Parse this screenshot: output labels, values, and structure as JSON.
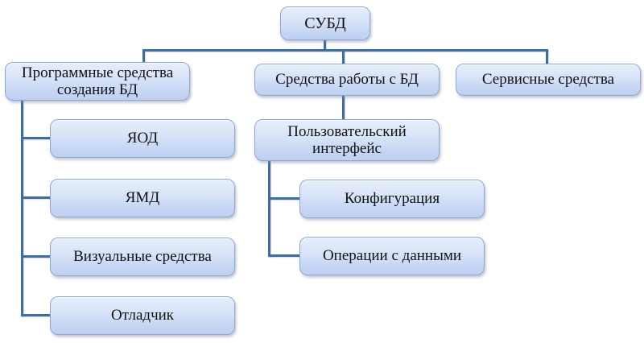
{
  "diagram_type": "hierarchy",
  "tree": {
    "label": "СУБД",
    "children": [
      {
        "label": "Программные средства создания БД",
        "children": [
          {
            "label": "ЯОД"
          },
          {
            "label": "ЯМД"
          },
          {
            "label": "Визуальные средства"
          },
          {
            "label": "Отладчик"
          }
        ]
      },
      {
        "label": "Средства работы с БД",
        "children": [
          {
            "label": "Пользовательский интерфейс",
            "children": [
              {
                "label": "Конфигурация"
              },
              {
                "label": "Операции с данными"
              }
            ]
          }
        ]
      },
      {
        "label": "Сервисные средства",
        "children": []
      }
    ]
  },
  "colors": {
    "background": "#ffffff",
    "connector": "#3e6d9e",
    "box_border": "#90a6cd",
    "box_fill_top": "#e6eefb",
    "box_fill_bottom": "#bfd1f2",
    "text": "#111111"
  }
}
